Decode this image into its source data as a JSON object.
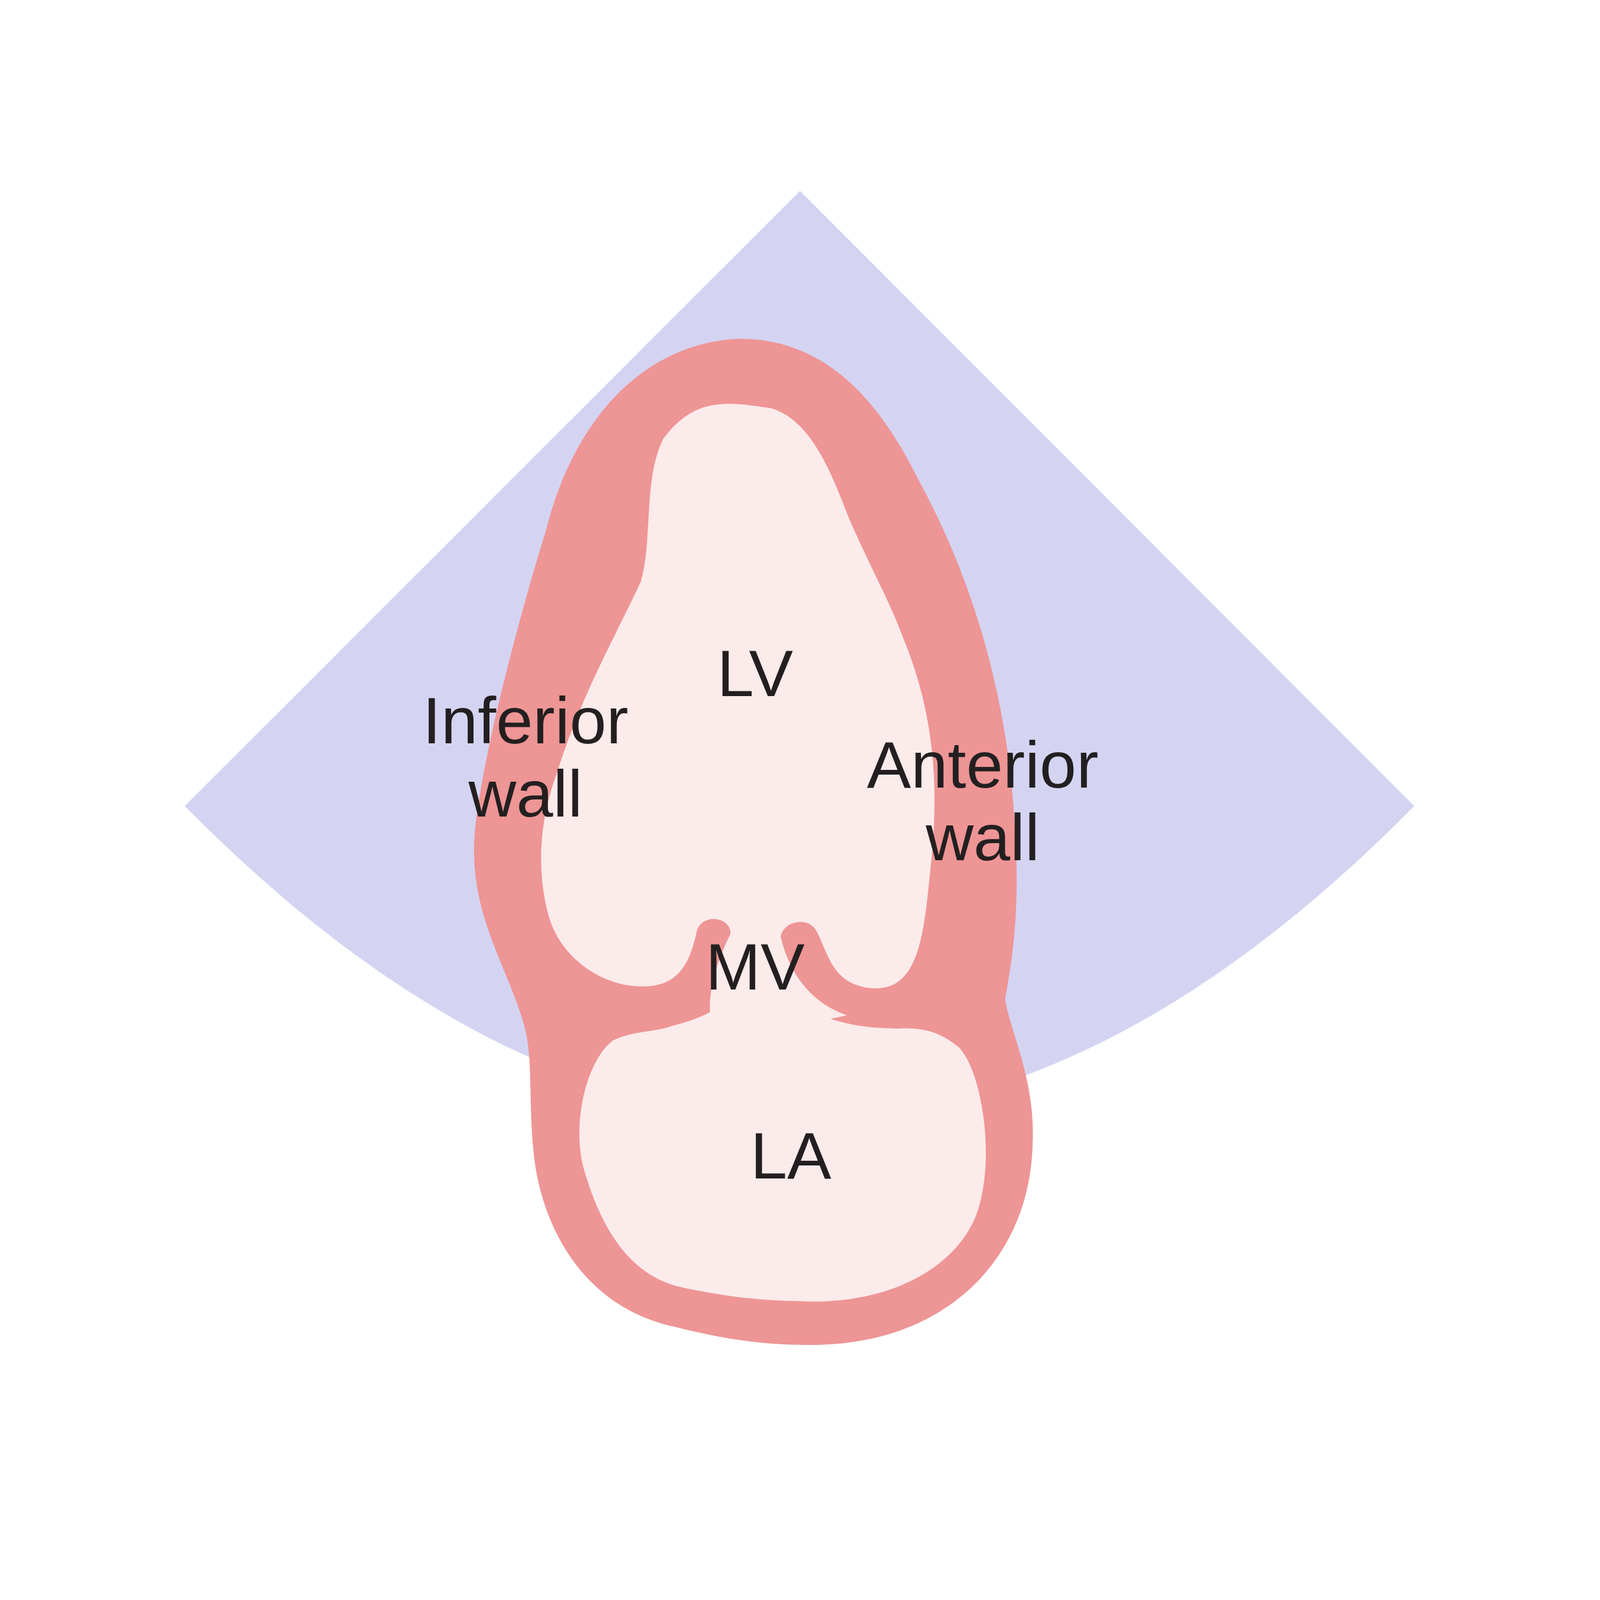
{
  "diagram": {
    "labels": [
      "LV",
      "Inferior wall",
      "Anterior wall",
      "MV",
      "LA"
    ]
  }
}
